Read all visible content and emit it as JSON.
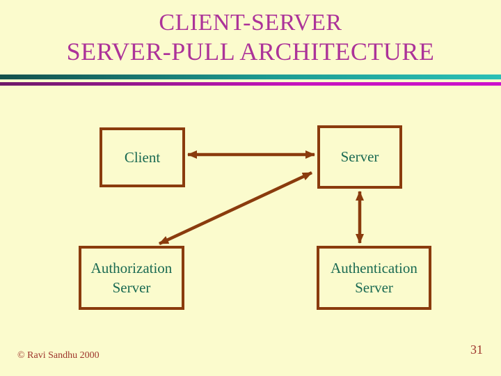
{
  "slide": {
    "title_line1": "CLIENT-SERVER",
    "title_line2": "SERVER-PULL ARCHITECTURE",
    "footer": "© Ravi Sandhu 2000",
    "page_number": "31"
  },
  "diagram": {
    "nodes": [
      {
        "id": "client",
        "label": "Client"
      },
      {
        "id": "server",
        "label": "Server"
      },
      {
        "id": "authorization-server",
        "label": "Authorization Server"
      },
      {
        "id": "authentication-server",
        "label": "Authentication Server"
      }
    ],
    "edges": [
      {
        "from": "client",
        "to": "server",
        "type": "bidirectional"
      },
      {
        "from": "authorization-server",
        "to": "server",
        "type": "bidirectional"
      },
      {
        "from": "server",
        "to": "authentication-server",
        "type": "bidirectional"
      }
    ]
  },
  "colors": {
    "background": "#FBFBCD",
    "title_text": "#AC3399",
    "box_border": "#8A3B0D",
    "box_text": "#1A6A52",
    "arrow": "#8A3B0D",
    "footer_text": "#9D332B",
    "divider_teal_dark": "#14504C",
    "divider_teal_light": "#2BC0B6",
    "divider_magenta_dark": "#6E1A68",
    "divider_magenta_light": "#CC11CC"
  }
}
